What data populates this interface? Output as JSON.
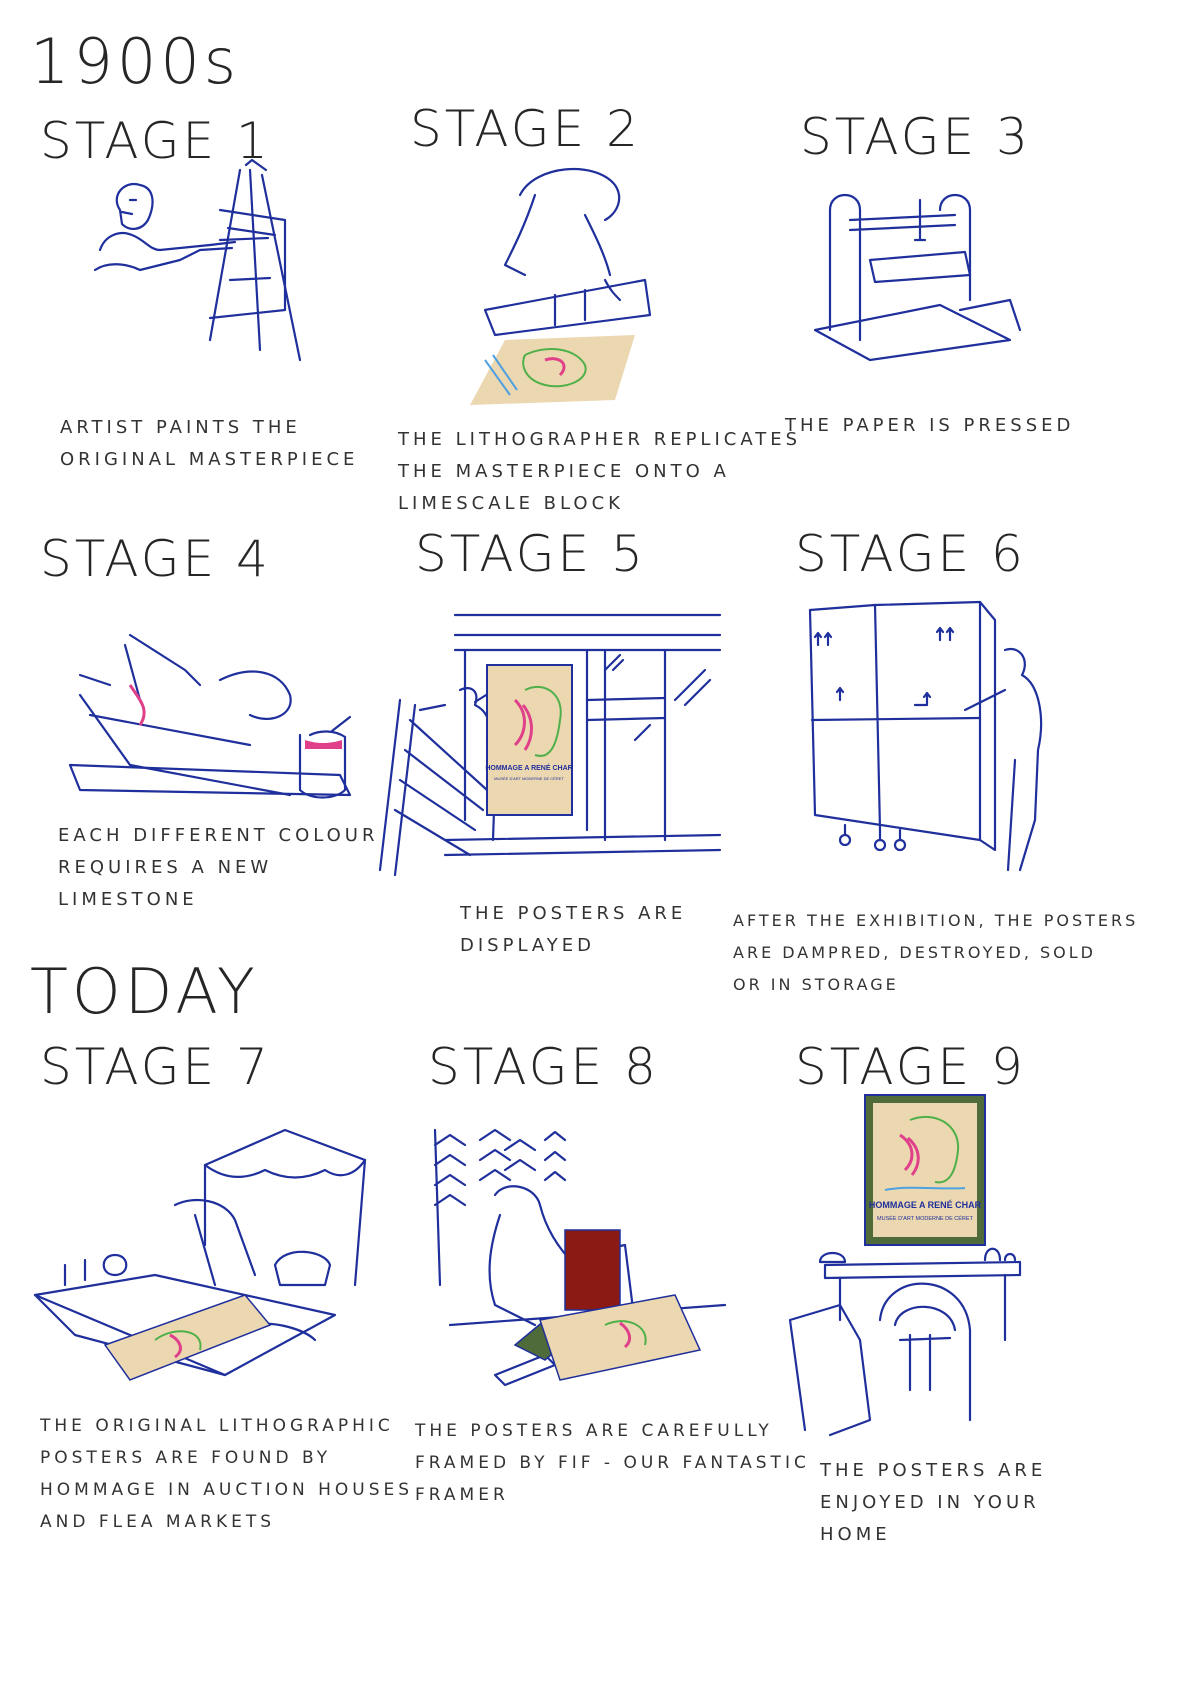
{
  "eras": {
    "first": "1900s",
    "second": "TODAY"
  },
  "stages": [
    {
      "title": "STAGE 1",
      "caption": [
        "ARTIST PAINTS THE",
        "ORIGINAL MASTERPIECE"
      ]
    },
    {
      "title": "STAGE 2",
      "caption": [
        "THE LITHOGRAPHER REPLICATES",
        "THE MASTERPIECE ONTO A",
        "LIMESCALE BLOCK"
      ]
    },
    {
      "title": "STAGE 3",
      "caption": [
        "THE PAPER IS PRESSED"
      ]
    },
    {
      "title": "STAGE 4",
      "caption": [
        "EACH DIFFERENT COLOUR",
        "REQUIRES A NEW",
        "LIMESTONE"
      ]
    },
    {
      "title": "STAGE 5",
      "caption": [
        "THE POSTERS ARE",
        "DISPLAYED"
      ]
    },
    {
      "title": "STAGE 6",
      "caption": [
        "AFTER THE EXHIBITION, THE POSTERS",
        "ARE DAMPRED, DESTROYED, SOLD",
        "OR IN STORAGE"
      ]
    },
    {
      "title": "STAGE 7",
      "caption": [
        "THE ORIGINAL LITHOGRAPHIC",
        "POSTERS ARE FOUND BY",
        "HOMMAGE IN AUCTION HOUSES",
        "AND FLEA MARKETS"
      ]
    },
    {
      "title": "STAGE 8",
      "caption": [
        "THE POSTERS ARE CAREFULLY",
        "FRAMED BY FIF - OUR FANTASTIC",
        "FRAMER"
      ]
    },
    {
      "title": "STAGE 9",
      "caption": [
        "THE POSTERS ARE",
        "ENJOYED IN YOUR",
        "HOME"
      ]
    }
  ],
  "poster": {
    "title": "HOMMAGE A RENÉ CHAR",
    "subtitle": "MUSÉE D'ART MODERNE DE CÉRET"
  },
  "colors": {
    "ink": "#1f2f9c",
    "pencil": "#262626",
    "poster_bg": "#ecd8b0",
    "accent_pink": "#e0408a",
    "frame_green": "#4f6b3a",
    "mat_red": "#8c1a14"
  }
}
